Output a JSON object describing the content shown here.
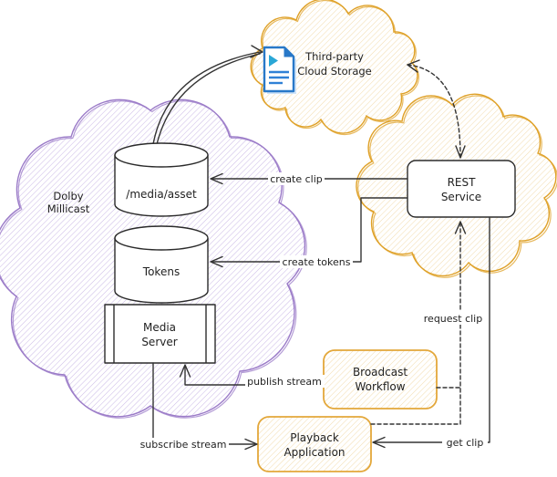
{
  "clouds": {
    "dolby": {
      "line1": "Dolby",
      "line2": "Millicast",
      "stroke": "#9b7bc8"
    },
    "third_party": {
      "line1": "Third-party",
      "line2": "Cloud Storage",
      "stroke": "#dfa128"
    },
    "rest": {
      "stroke": "#dfa128"
    }
  },
  "nodes": {
    "media_asset": {
      "label": "/media/asset",
      "type": "cylinder"
    },
    "tokens": {
      "label": "Tokens",
      "type": "cylinder"
    },
    "media_server": {
      "line1": "Media",
      "line2": "Server",
      "type": "process-box"
    },
    "rest_service": {
      "line1": "REST",
      "line2": "Service",
      "type": "rounded-box"
    },
    "broadcast_workflow": {
      "line1": "Broadcast",
      "line2": "Workflow",
      "type": "rounded-box"
    },
    "playback_application": {
      "line1": "Playback",
      "line2": "Application",
      "type": "rounded-box"
    }
  },
  "edges": {
    "create_clip": {
      "label": "create clip",
      "style": "solid"
    },
    "create_tokens": {
      "label": "create tokens",
      "style": "solid"
    },
    "publish_stream": {
      "label": "publish stream",
      "style": "solid"
    },
    "subscribe_stream": {
      "label": "subscribe stream",
      "style": "solid"
    },
    "request_clip": {
      "label": "request clip",
      "style": "dashed"
    },
    "get_clip": {
      "label": "get clip",
      "style": "solid"
    },
    "upload_to_storage": {
      "label": "",
      "style": "solid-curved"
    },
    "storage_rest_sync": {
      "label": "",
      "style": "dashed-curved-bidirectional"
    }
  },
  "icons": {
    "media_file": "media document with play triangle"
  },
  "colors": {
    "ink": "#333333",
    "purple": "#9b7bc8",
    "yellow": "#dfa128",
    "box_yellow": "#e3a73a",
    "icon_blue": "#2878c8"
  }
}
